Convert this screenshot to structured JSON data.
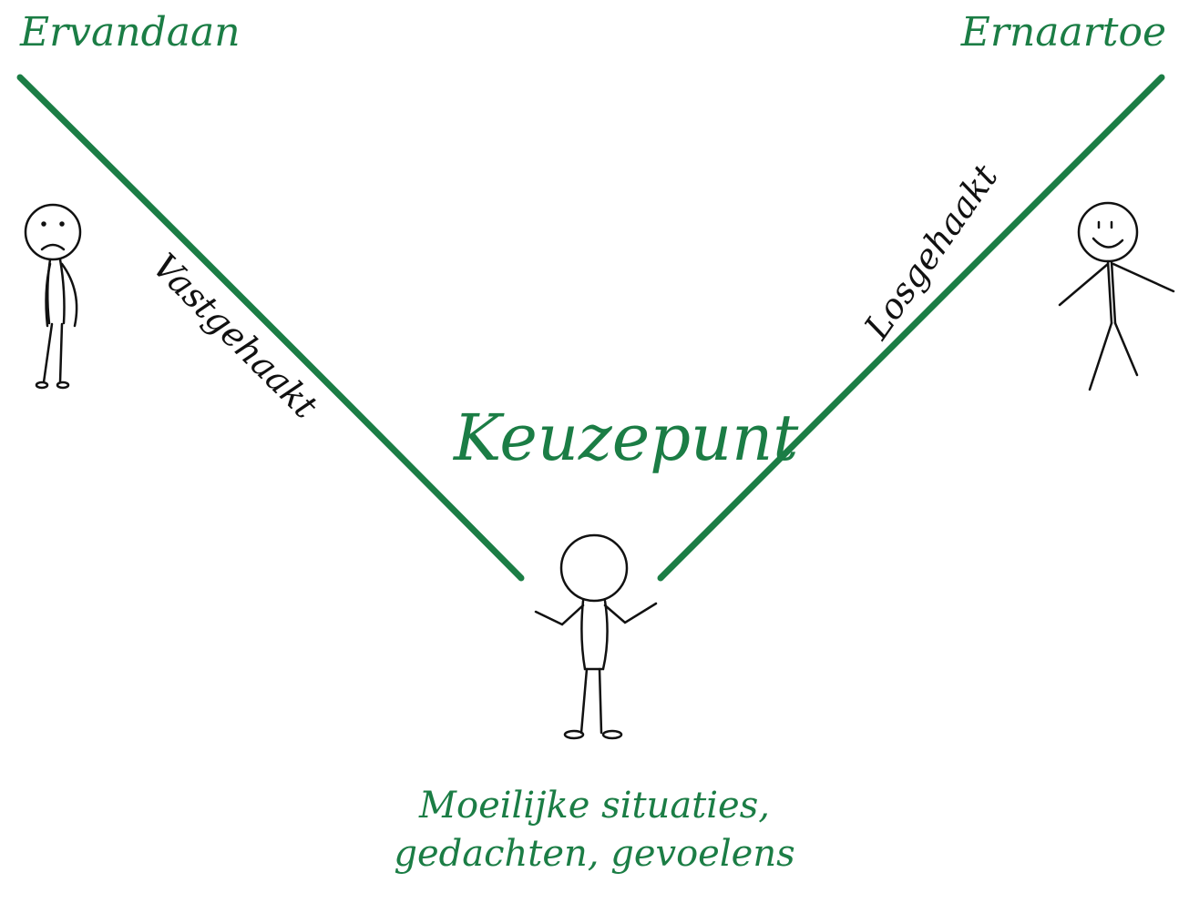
{
  "colors": {
    "accent": "#1b7d45",
    "ink": "#111111"
  },
  "labels": {
    "from": "Ervandaan",
    "to": "Ernaartoe",
    "stuck": "Vastgehaakt",
    "unhooked": "Losgehaakt",
    "choice_point": "Keuzepunt",
    "caption_line1": "Moeilijke situaties,",
    "caption_line2": "gedachten, gevoelens"
  }
}
